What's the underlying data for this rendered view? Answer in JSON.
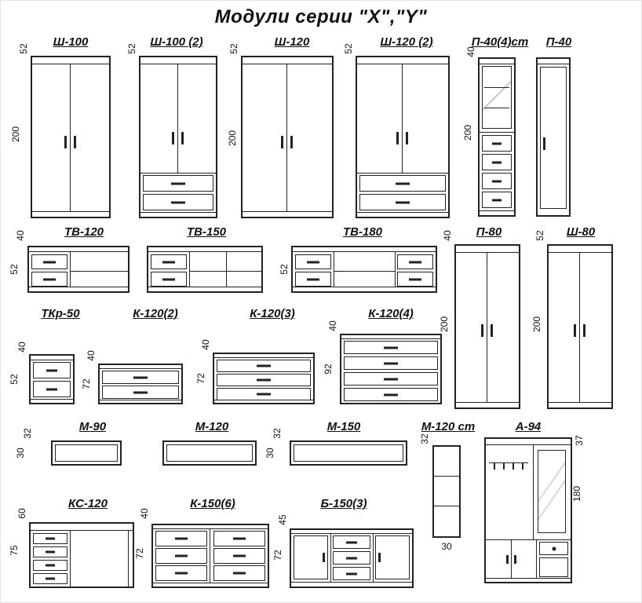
{
  "title": "Модули серии  \"Х\",\"Y\"",
  "modules": {
    "sh100": {
      "label": "Ш-100",
      "dim_top": "52",
      "dim_side": "200"
    },
    "sh100_2": {
      "label": "Ш-100 (2)",
      "dim_top": "52"
    },
    "sh120": {
      "label": "Ш-120",
      "dim_top": "52",
      "dim_side": "200"
    },
    "sh120_2": {
      "label": "Ш-120 (2)",
      "dim_top": "52"
    },
    "p40_4st": {
      "label": "П-40(4)ст",
      "dim_top": "40",
      "dim_side": "200"
    },
    "p40": {
      "label": "П-40"
    },
    "tv120": {
      "label": "ТВ-120",
      "dim_top": "40",
      "dim_side": "52"
    },
    "tv150": {
      "label": "ТВ-150"
    },
    "tv180": {
      "label": "ТВ-180",
      "dim_side": "52"
    },
    "p80": {
      "label": "П-80",
      "dim_top": "40",
      "dim_side": "200"
    },
    "sh80": {
      "label": "Ш-80",
      "dim_top": "52",
      "dim_side": "200"
    },
    "tkr50": {
      "label": "ТКр-50",
      "dim_top": "40",
      "dim_side": "52"
    },
    "k120_2": {
      "label": "К-120(2)",
      "dim_top": "40",
      "dim_side": "72"
    },
    "k120_3": {
      "label": "К-120(3)",
      "dim_top": "40",
      "dim_side": "72"
    },
    "k120_4": {
      "label": "К-120(4)",
      "dim_top": "40",
      "dim_side": "92"
    },
    "m90": {
      "label": "М-90",
      "dim_top": "32",
      "dim_side": "30"
    },
    "m120": {
      "label": "М-120"
    },
    "m150": {
      "label": "М-150",
      "dim_top": "32",
      "dim_side": "30"
    },
    "m120st": {
      "label": "М-120 ст",
      "dim_top": "32",
      "dim_bottom": "30"
    },
    "a94": {
      "label": "А-94",
      "dim_top": "37",
      "dim_side": "180"
    },
    "ks120": {
      "label": "КС-120",
      "dim_top": "60",
      "dim_side": "75"
    },
    "k150_6": {
      "label": "К-150(6)",
      "dim_top": "40",
      "dim_side": "72"
    },
    "b150_3": {
      "label": "Б-150(3)",
      "dim_top": "45",
      "dim_side": "72"
    }
  }
}
